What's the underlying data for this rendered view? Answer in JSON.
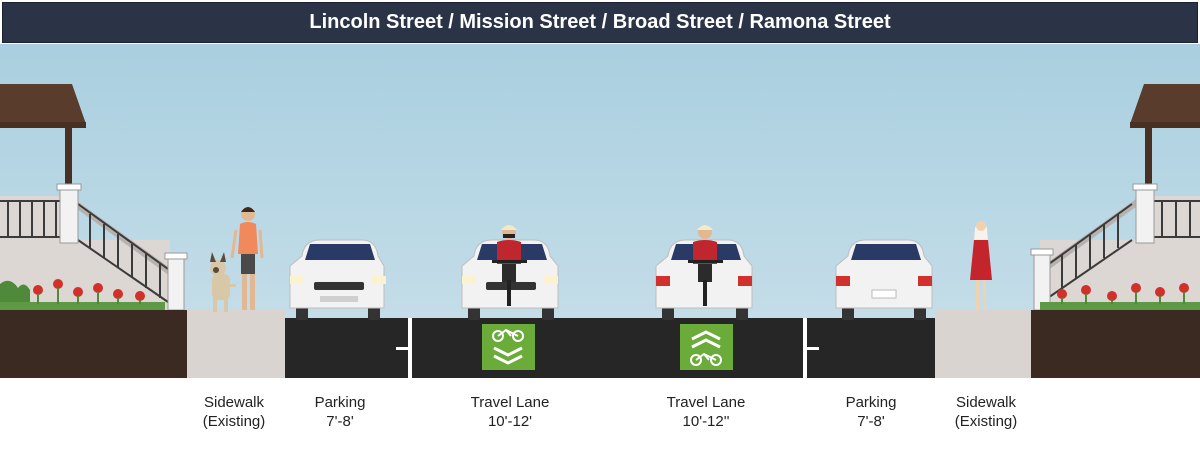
{
  "title": "Lincoln Street / Mission Street / Broad Street / Ramona Street",
  "colors": {
    "sky_top": "#a9cfe0",
    "sky_bottom": "#c4dde8",
    "asphalt": "#262626",
    "sidewalk": "#d9d4cf",
    "planter": "#3a2a22",
    "bike_marking": "#6aab3a",
    "car_body": "#f2f2f2",
    "car_window": "#2a3a66",
    "house_roof": "#5a3c2c",
    "title_bg": "#2b3447"
  },
  "icons": {
    "sharrow_left": "bike-sharrow-down-icon",
    "sharrow_right": "bike-sharrow-up-icon",
    "dog": "dog-icon",
    "pedestrian": "pedestrian-icon"
  },
  "labels": [
    {
      "line1": "Sidewalk",
      "line2": "(Existing)"
    },
    {
      "line1": "Parking",
      "line2": "7'-8'"
    },
    {
      "line1": "Travel Lane",
      "line2": "10'-12'"
    },
    {
      "line1": "Travel Lane",
      "line2": "10'-12''"
    },
    {
      "line1": "Parking",
      "line2": "7'-8'"
    },
    {
      "line1": "Sidewalk",
      "line2": "(Existing)"
    }
  ]
}
